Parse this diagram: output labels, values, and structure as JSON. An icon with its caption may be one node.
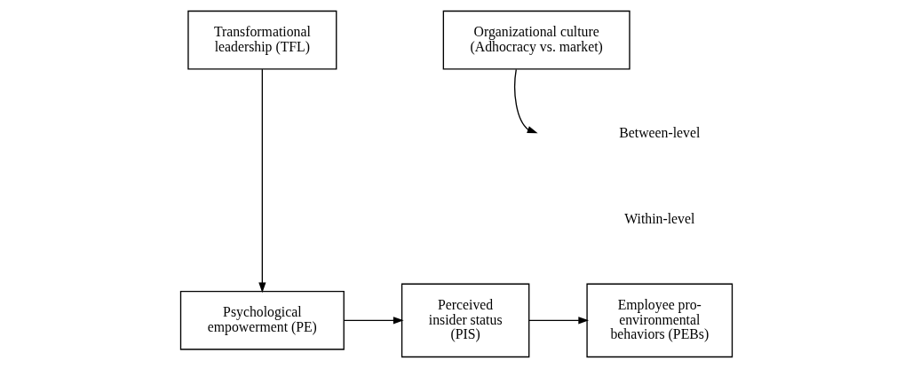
{
  "diagram": {
    "nodes": [
      {
        "text": [
          "Transformational leadership (TFL)"
        ]
      },
      {
        "text": [
          "Organizational culture (Adhocracy vs. market)"
        ]
      },
      {
        "text": [
          "Psychological empowerment (PE)"
        ]
      },
      {
        "text": [
          "Perceived insider status (PIS)"
        ]
      },
      {
        "text": [
          "Employee pro-environmental behaviors (PEBs)"
        ]
      }
    ],
    "edges": [
      {
        "from": 0,
        "to": 2,
        "arrow": "to"
      },
      {
        "from": 1,
        "to": null,
        "arrow": "to"
      },
      {
        "from": 2,
        "to": 3,
        "arrow": "to"
      },
      {
        "from": 3,
        "to": 4,
        "arrow": "to"
      }
    ],
    "labels": [
      "Between-level",
      "Within-level"
    ]
  }
}
